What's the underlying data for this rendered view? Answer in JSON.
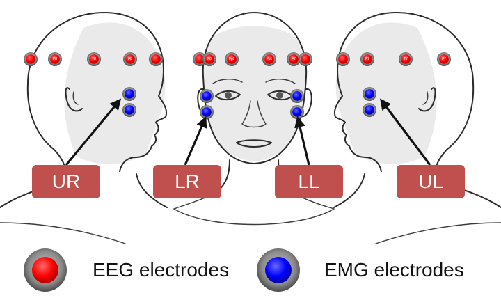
{
  "colors": {
    "eeg": "#ff0000",
    "emg": "#0000ff",
    "label_box": "#c0504d",
    "label_text": "#ffffff",
    "ring": "#8a8a8a"
  },
  "regions": {
    "ur": "UR",
    "lr": "LR",
    "ll": "LL",
    "ul": "UL"
  },
  "eeg_labels": {
    "right_head": [
      "",
      "P8",
      "T8",
      "F8",
      ""
    ],
    "front_head": [
      "",
      "F8",
      "Fp2",
      "Fp1",
      "F7",
      ""
    ],
    "left_head": [
      "",
      "P7",
      "T7",
      "F7"
    ]
  },
  "legend": {
    "eeg": "EEG electrodes",
    "emg": "EMG electrodes"
  }
}
